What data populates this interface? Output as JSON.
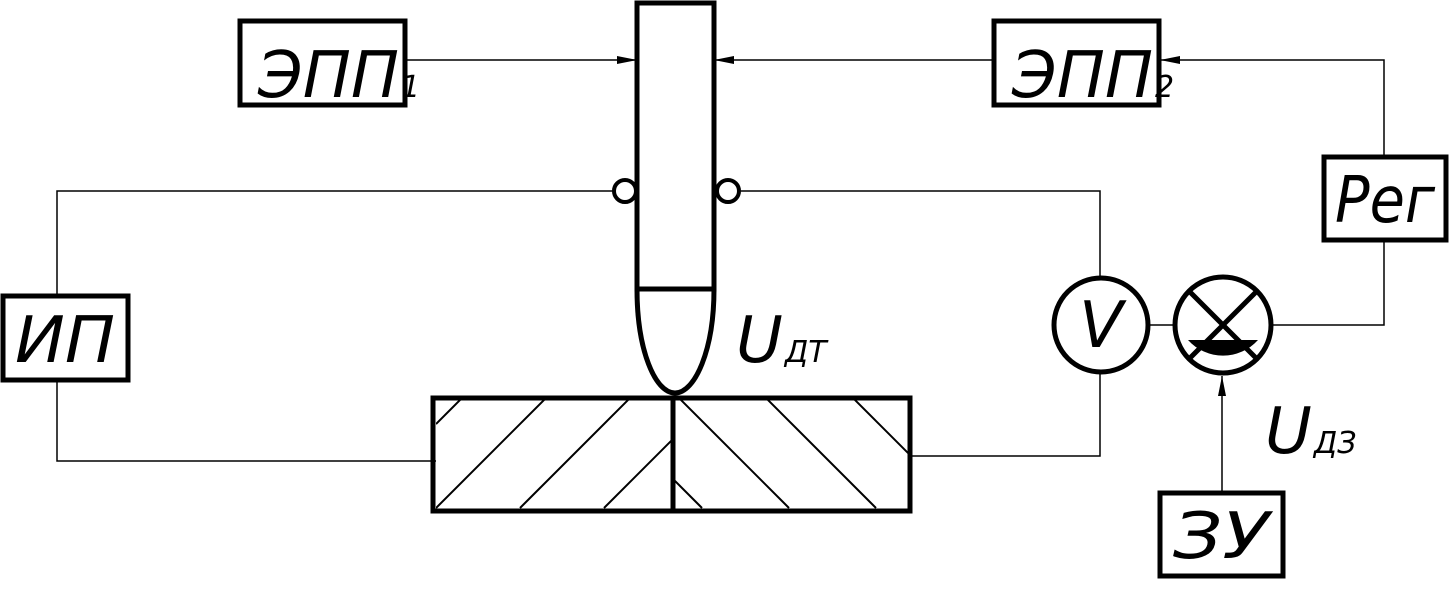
{
  "blocks": {
    "epp1": {
      "main": "ЭПП",
      "sub": "1"
    },
    "epp2": {
      "main": "ЭПП",
      "sub": "2"
    },
    "reg": {
      "main": "Рег"
    },
    "ip": {
      "main": "ИП"
    },
    "zu": {
      "main": "ЗУ"
    }
  },
  "voltmeter": {
    "symbol": "V"
  },
  "labels": {
    "udt": {
      "main": "U",
      "sub": "ДТ"
    },
    "udz": {
      "main": "U",
      "sub": "ДЗ"
    }
  }
}
